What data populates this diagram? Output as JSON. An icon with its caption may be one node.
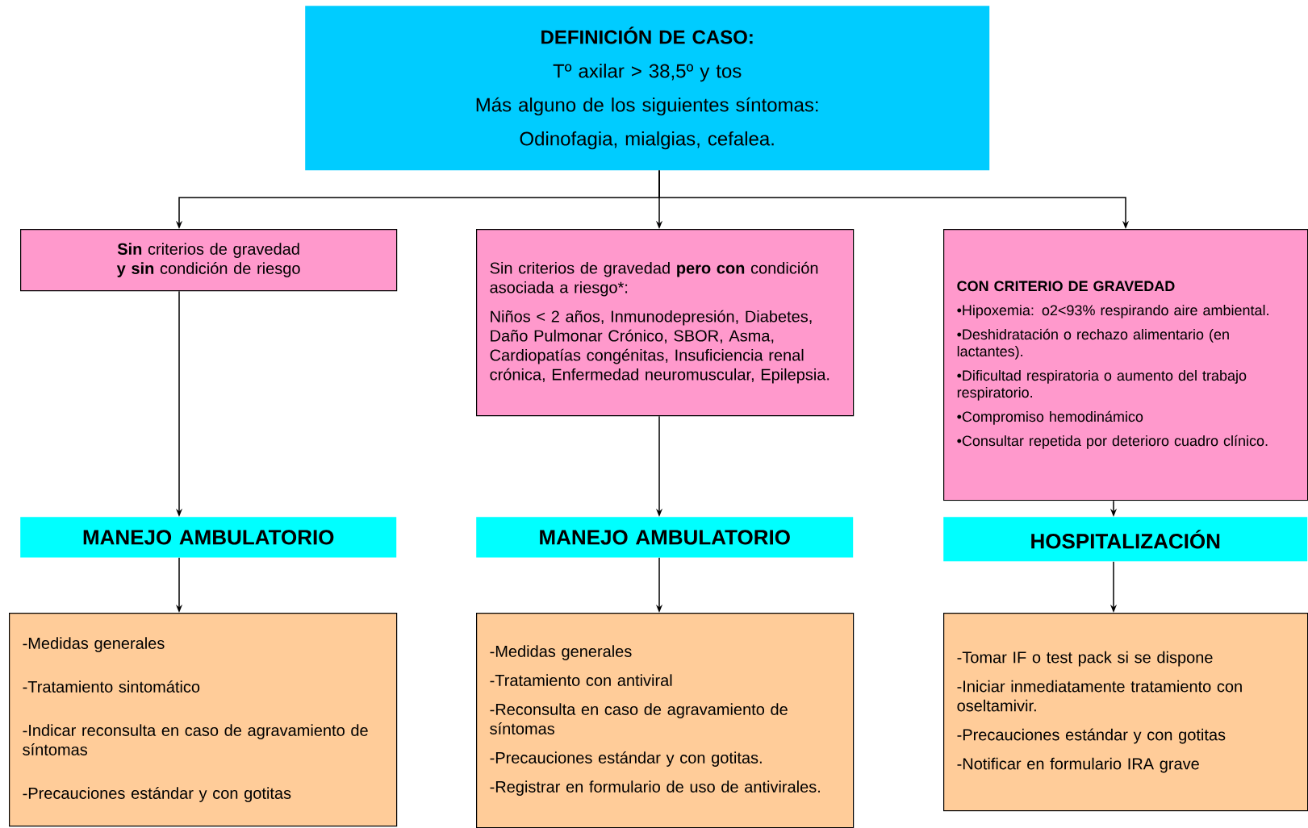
{
  "diagram": {
    "nodes": [
      {
        "text": [
          "DEFINICIÓN DE CASO:",
          "Tº axilar > 38,5º y tos",
          "Más alguno de los siguientes síntomas:",
          "Odinofagia, mialgias, cefalea."
        ]
      },
      {
        "text": [
          "**Sin** criterios de gravedad **y sin** condición de riesgo"
        ]
      },
      {
        "text": [
          "Sin criterios de gravedad **pero con** condición asociada a riesgo*:",
          "Niños < 2 años, Inmunodepresión, Diabetes, Daño Pulmonar Crónico, SBOR, Asma, Cardiopatías congénitas, Insuficiencia renal crónica, Enfermedad neuromuscular, Epilepsia."
        ]
      },
      {
        "text": [
          "CON CRITERIO DE GRAVEDAD",
          "•Hipoxemia: o2<93% respirando aire ambiental.",
          "•Deshidratación o rechazo alimentario (en lactantes).",
          "•Dificultad respiratoria o aumento del trabajo respiratorio.",
          "•Compromiso hemodinámico",
          "•Consultar repetida por deterioro cuadro clínico."
        ]
      },
      {
        "text": [
          "MANEJO AMBULATORIO"
        ]
      },
      {
        "text": [
          "MANEJO AMBULATORIO"
        ]
      },
      {
        "text": [
          "HOSPITALIZACIÓN"
        ]
      },
      {
        "text": [
          "-Medidas generales",
          "-Tratamiento sintomático",
          "-Indicar reconsulta en caso de agravamiento de síntomas",
          "-Precauciones estándar y con gotitas"
        ]
      },
      {
        "text": [
          "-Medidas generales",
          "-Tratamiento con antiviral",
          "-Reconsulta en caso de agravamiento de síntomas",
          "-Precauciones estándar y con gotitas.",
          "-Registrar en formulario de uso de antivirales."
        ]
      },
      {
        "text": [
          "-Tomar IF o test pack si se dispone",
          "-Iniciar inmediatamente tratamiento con oseltamivir.",
          "-Precauciones estándar y con gotitas",
          "-Notificar en formulario IRA grave"
        ]
      }
    ],
    "edges": [
      {
        "from": 0,
        "to": 1,
        "arrow": "to"
      },
      {
        "from": 0,
        "to": 2,
        "arrow": "to"
      },
      {
        "from": 0,
        "to": 3,
        "arrow": "to"
      },
      {
        "from": 1,
        "to": 4,
        "arrow": "to"
      },
      {
        "from": 2,
        "to": 5,
        "arrow": "to"
      },
      {
        "from": 3,
        "to": 6,
        "arrow": "to"
      },
      {
        "from": 4,
        "to": 7,
        "arrow": "to"
      },
      {
        "from": 5,
        "to": 8,
        "arrow": "to"
      },
      {
        "from": 6,
        "to": 9,
        "arrow": "to"
      }
    ]
  }
}
